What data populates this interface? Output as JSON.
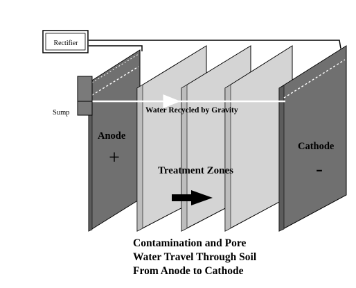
{
  "labels": {
    "rectifier": "Rectifier",
    "sump": "Sump",
    "anode": "Anode",
    "anode_sign": "+",
    "cathode": "Cathode",
    "cathode_sign": "-",
    "water_recycled": "Water Recycled by Gravity",
    "treatment_zones": "Treatment Zones"
  },
  "caption": {
    "lines": [
      "Contamination and Pore",
      "Water Travel Through Soil",
      "From Anode to Cathode"
    ]
  },
  "colors": {
    "electrode_front": "#808080",
    "electrode_top": "#6e6e6e",
    "treatment_panel": "#d4d4d4",
    "flow_arrow": "#000000",
    "pipe": "#ffffff"
  }
}
